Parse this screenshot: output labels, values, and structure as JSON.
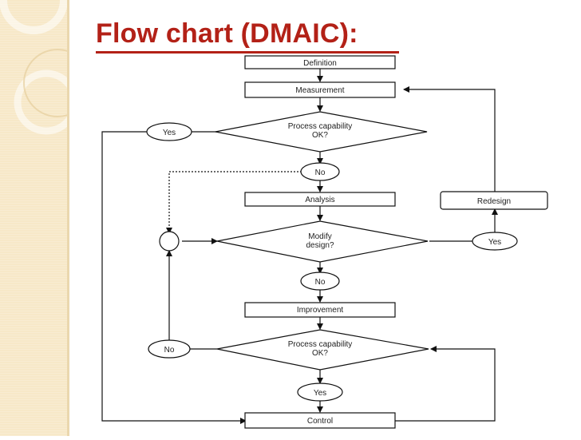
{
  "slide": {
    "title": "Flow chart (DMAIC):",
    "title_color": "#b32117",
    "sidebar_color": "#f7e8c8"
  },
  "flowchart": {
    "steps": {
      "definition": "Definition",
      "measurement": "Measurement",
      "analysis": "Analysis",
      "improvement": "Improvement",
      "control": "Control",
      "redesign": "Redesign"
    },
    "decisions": {
      "capability_1": [
        "Process capability",
        "OK?"
      ],
      "modify_design": [
        "Modify",
        "design?"
      ],
      "capability_2": [
        "Process capability",
        "OK?"
      ]
    },
    "answers": {
      "yes_capability_1": "Yes",
      "no_capability_1": "No",
      "yes_modify": "Yes",
      "no_modify": "No",
      "no_capability_2": "No",
      "yes_capability_2": "Yes"
    }
  }
}
